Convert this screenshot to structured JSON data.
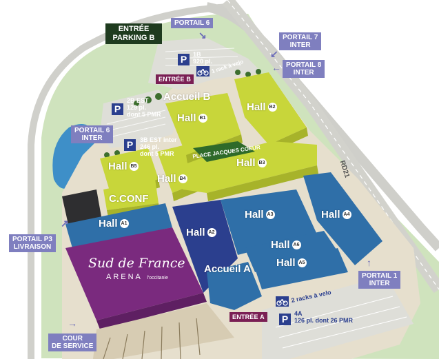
{
  "parking_b_label": [
    "ENTRÉE",
    "PARKING B"
  ],
  "portals": {
    "p6_top": [
      "PORTAIL 6"
    ],
    "p7": [
      "PORTAIL 7",
      "INTER"
    ],
    "p8": [
      "PORTAIL 8",
      "INTER"
    ],
    "p6_inter": [
      "PORTAIL 6",
      "INTER"
    ],
    "p3": [
      "PORTAIL P3",
      "LIVRAISON"
    ],
    "p1": [
      "PORTAIL 1",
      "INTER"
    ],
    "cour": [
      "COUR",
      "DE SERVICE"
    ]
  },
  "parkings": {
    "p1b": {
      "letter": "P",
      "lines": [
        "1B",
        "920 pl."
      ]
    },
    "p2b": {
      "letter": "P",
      "lines": [
        "2B EST",
        "129 pl.",
        "dont 5 PMR"
      ]
    },
    "p3b": {
      "letter": "P",
      "lines": [
        "3B EST inter",
        "246 pl.",
        "dont 5 PMR"
      ]
    },
    "p4a": {
      "letter": "P",
      "lines": [
        "4A",
        "126 pl. dont 26 PMR"
      ]
    }
  },
  "bikes": {
    "top": "1 rack à velo",
    "bottom": "2 racks à velo"
  },
  "entries": {
    "b": "ENTRÉE B",
    "a": "ENTRÉE A"
  },
  "accueil": {
    "b": "Accueil B",
    "a": "Accueil A"
  },
  "halls": {
    "word": "Hall",
    "b1": "B1",
    "b2": "B2",
    "b3": "B3",
    "b4": "B4",
    "b5": "B5",
    "a1": "A1",
    "a2": "A2",
    "a3": "A3",
    "a4": "A4",
    "a5": "A5",
    "a6": "A6"
  },
  "cconf": "C.CONF",
  "place": "PLACE JACQUES COEUR",
  "road": "RD21",
  "arena": {
    "line1": "Sud de France",
    "line2": "ARENA",
    "line3": "l'occitanie"
  },
  "colors": {
    "lime": "#c8d63a",
    "blue": "#2f6fa8",
    "navy": "#2b3f8e",
    "purple": "#7a2a7e",
    "tag": "#7f7fbf",
    "green_tag": "#1f3b1f",
    "maroon": "#7a1f54",
    "road": "#c9c9c4",
    "water": "#3e8fc8",
    "grass": "#c9e0b0"
  }
}
